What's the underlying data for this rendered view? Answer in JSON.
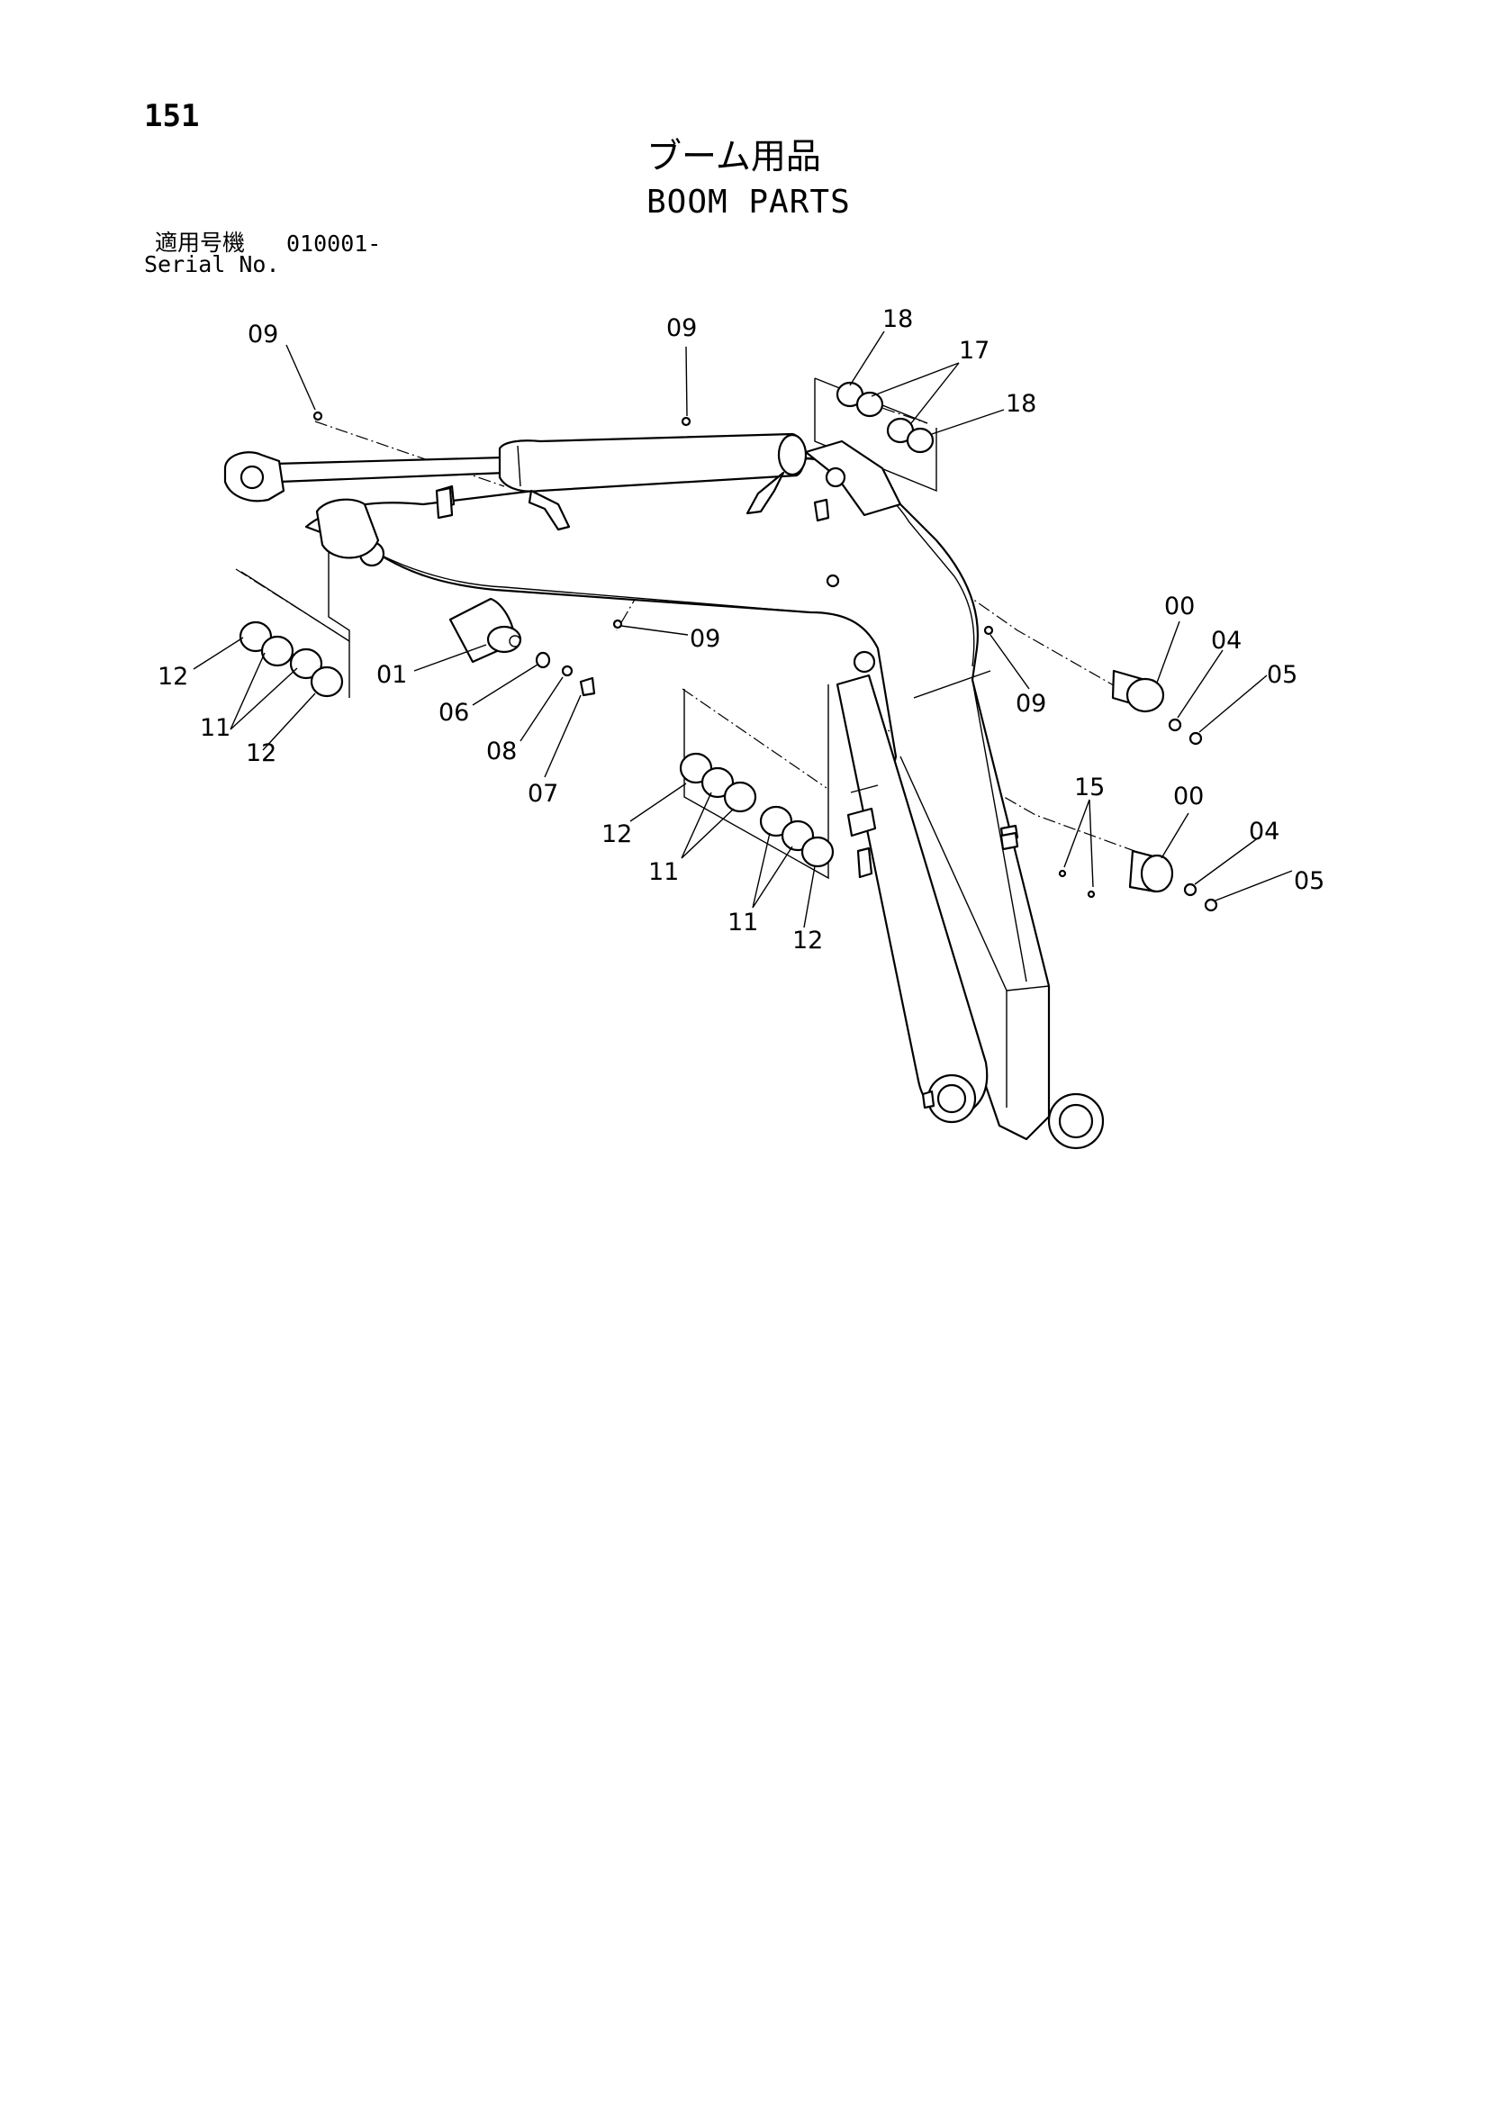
{
  "header": {
    "page_number": "151",
    "title_jp": "ブーム用品",
    "title_en": "BOOM PARTS",
    "serial_label_jp": "適用号機",
    "serial_value": "010001-",
    "serial_label_en": "Serial No."
  },
  "callouts": [
    "09",
    "09",
    "18",
    "17",
    "18",
    "12",
    "11",
    "12",
    "01",
    "06",
    "08",
    "07",
    "09",
    "00",
    "04",
    "05",
    "09",
    "15",
    "00",
    "04",
    "05",
    "12",
    "11",
    "11",
    "12"
  ]
}
